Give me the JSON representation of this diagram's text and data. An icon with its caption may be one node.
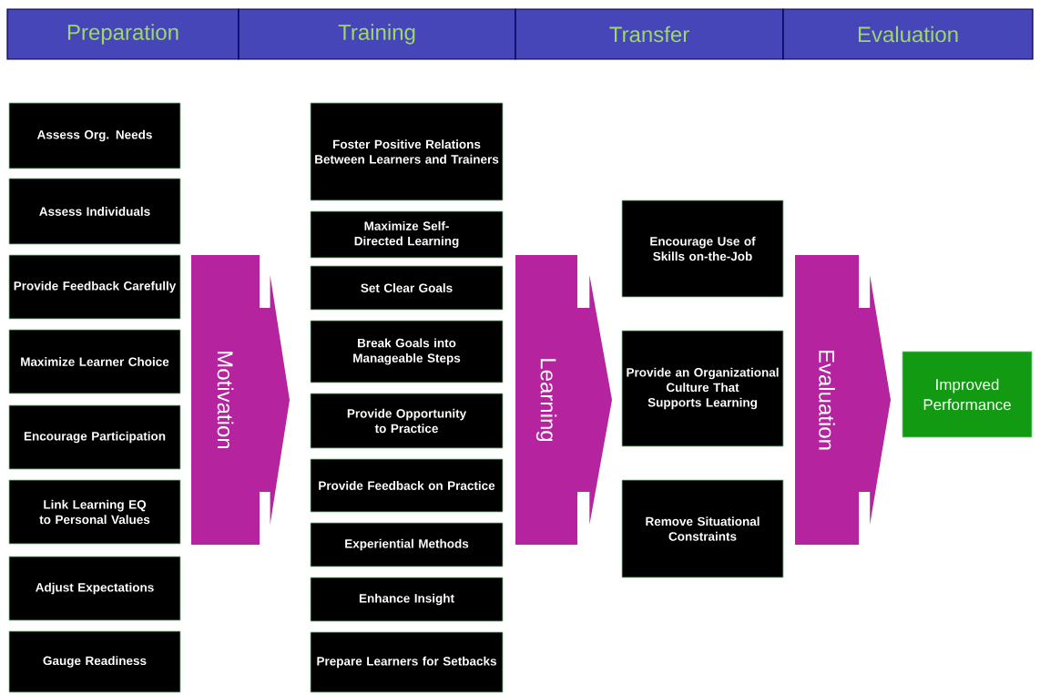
{
  "diagram": {
    "nodes": [
      {
        "text": [
          "Preparation"
        ]
      },
      {
        "text": [
          "Training"
        ]
      },
      {
        "text": [
          "Transfer"
        ]
      },
      {
        "text": [
          "Evaluation"
        ]
      },
      {
        "text": [
          "Assess Org. Needs"
        ]
      },
      {
        "text": [
          "Assess Individuals"
        ]
      },
      {
        "text": [
          "Provide Feedback Carefully"
        ]
      },
      {
        "text": [
          "Maximize Learner Choice"
        ]
      },
      {
        "text": [
          "Encourage Participation"
        ]
      },
      {
        "text": [
          "Link Learning EQ to Personal Values"
        ]
      },
      {
        "text": [
          "Adjust Expectations"
        ]
      },
      {
        "text": [
          "Gauge Readiness"
        ]
      },
      {
        "text": [
          "Motivation"
        ]
      },
      {
        "text": [
          "Foster Positive Relations Between Learners and Trainers"
        ]
      },
      {
        "text": [
          "Maximize Self-Directed Learning"
        ]
      },
      {
        "text": [
          "Set Clear Goals"
        ]
      },
      {
        "text": [
          "Break Goals into Manageable Steps"
        ]
      },
      {
        "text": [
          "Provide Opportunity to Practice"
        ]
      },
      {
        "text": [
          "Provide Feedback on Practice"
        ]
      },
      {
        "text": [
          "Experiential Methods"
        ]
      },
      {
        "text": [
          "Enhance Insight"
        ]
      },
      {
        "text": [
          "Prepare Learners for Setbacks"
        ]
      },
      {
        "text": [
          "Learning"
        ]
      },
      {
        "text": [
          "Encourage Use of Skills on-the-Job"
        ]
      },
      {
        "text": [
          "Provide an Organizational Culture That Supports Learning"
        ]
      },
      {
        "text": [
          "Remove Situational Constraints"
        ]
      },
      {
        "text": [
          "Evaluation"
        ]
      },
      {
        "text": [
          "Improved Performance"
        ]
      }
    ]
  }
}
